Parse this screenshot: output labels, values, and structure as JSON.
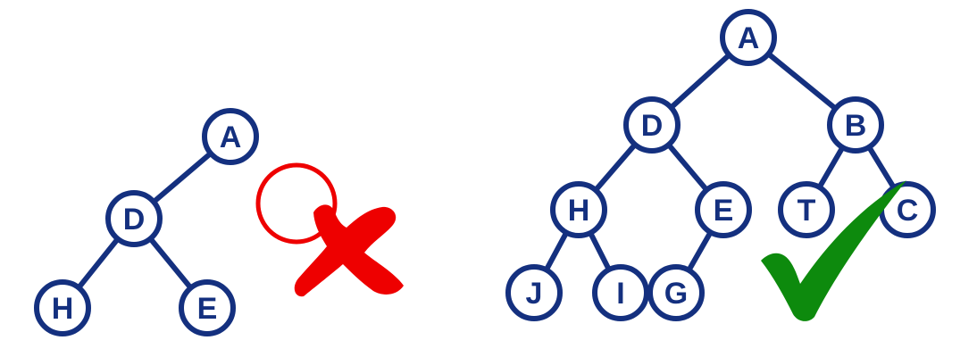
{
  "diagram": {
    "colors": {
      "tree": "#14307f",
      "node_fill": "#ffffff",
      "cross_mark": "#ee0000",
      "check_mark": "#0d8a0d",
      "background": "#ffffff"
    },
    "left_tree": {
      "verdict_icon": "red-cross-icon",
      "nodes": [
        {
          "id": "A",
          "label": "A"
        },
        {
          "id": "D",
          "label": "D"
        },
        {
          "id": "H",
          "label": "H"
        },
        {
          "id": "E",
          "label": "E"
        }
      ],
      "edges": [
        [
          "A",
          "D"
        ],
        [
          "D",
          "H"
        ],
        [
          "D",
          "E"
        ]
      ],
      "missing_child_of": "A"
    },
    "right_tree": {
      "verdict_icon": "green-check-icon",
      "nodes": [
        {
          "id": "A",
          "label": "A"
        },
        {
          "id": "D",
          "label": "D"
        },
        {
          "id": "B",
          "label": "B"
        },
        {
          "id": "H",
          "label": "H"
        },
        {
          "id": "E",
          "label": "E"
        },
        {
          "id": "T",
          "label": "T"
        },
        {
          "id": "C",
          "label": "C"
        },
        {
          "id": "J",
          "label": "J"
        },
        {
          "id": "I",
          "label": "I"
        },
        {
          "id": "G",
          "label": "G"
        }
      ],
      "edges": [
        [
          "A",
          "D"
        ],
        [
          "A",
          "B"
        ],
        [
          "D",
          "H"
        ],
        [
          "D",
          "E"
        ],
        [
          "B",
          "T"
        ],
        [
          "B",
          "C"
        ],
        [
          "H",
          "J"
        ],
        [
          "H",
          "I"
        ],
        [
          "E",
          "G"
        ]
      ]
    }
  }
}
